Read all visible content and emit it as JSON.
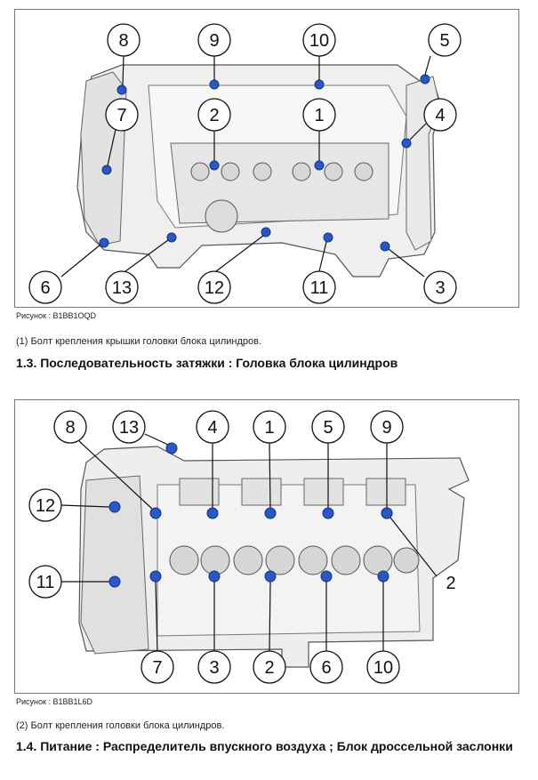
{
  "figure1": {
    "caption": "Рисунок : B1BB1OQD",
    "note": "(1) Болт крепления крышки головки блока цилиндров.",
    "callouts": [
      "1",
      "2",
      "3",
      "4",
      "5",
      "6",
      "7",
      "8",
      "9",
      "10",
      "11",
      "12",
      "13"
    ]
  },
  "section_1_3": {
    "heading": "1.3. Последовательность затяжки : Головка блока цилиндров"
  },
  "figure2": {
    "caption": "Рисунок : B1BB1L6D",
    "note": "(2) Болт крепления головки блока цилиндров.",
    "callouts": [
      "1",
      "2",
      "3",
      "4",
      "5",
      "6",
      "7",
      "8",
      "9",
      "10",
      "11",
      "12",
      "13"
    ]
  },
  "section_1_4": {
    "heading": "1.4. Питание : Распределитель впускного воздуха ; Блок дроссельной заслонки"
  },
  "colors": {
    "bolt_highlight": "#2a57c8",
    "frame_border": "#777777"
  }
}
